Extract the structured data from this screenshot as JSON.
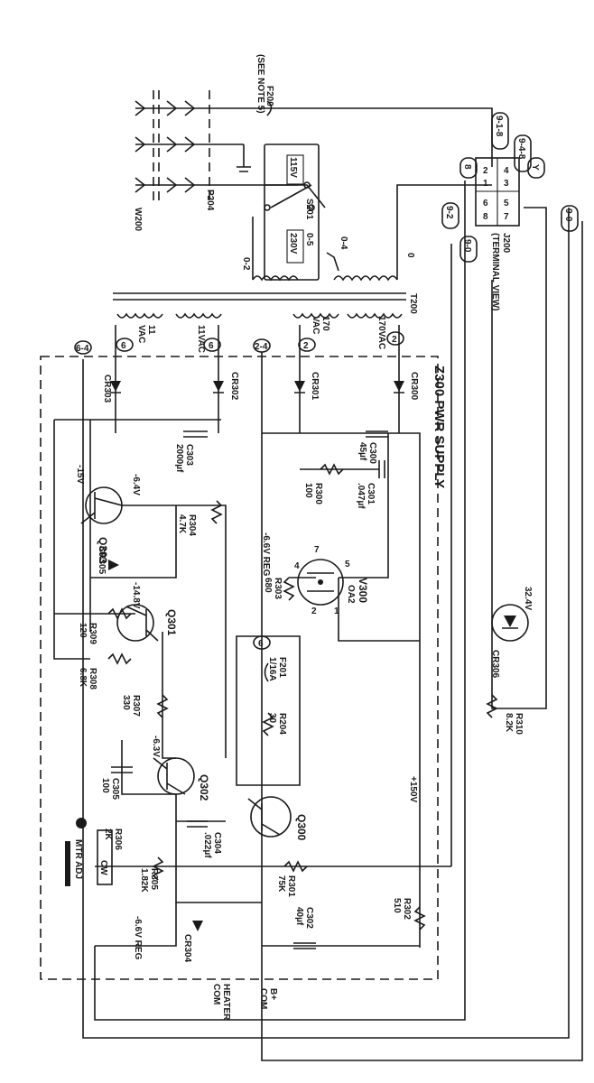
{
  "fuse_main": {
    "ref": "F200",
    "note": "(SEE NOTE 5)"
  },
  "cord": {
    "w": "W200",
    "p": "P204"
  },
  "switch": {
    "ref": "S201",
    "v115": "115V",
    "v230": "230V",
    "node05": "0-5",
    "node04": "0-4",
    "node02": "0-2",
    "node0": "0"
  },
  "transformer": {
    "ref": "T200",
    "w1": "11\nVAC",
    "w2": "11VAC",
    "w3": "170\nVAC",
    "w4": "170VAC"
  },
  "terminal": {
    "ref": "J200",
    "sub": "(TERMINAL VIEW)",
    "pins": [
      "2",
      "4",
      "1",
      "3",
      "6",
      "5",
      "8",
      "7"
    ],
    "tags": [
      "9-1-8",
      "9-4-8",
      "8",
      "Y",
      "9-2",
      "9-0",
      "9-0"
    ]
  },
  "section_title": "Z300 PWR SUPPLY",
  "markers": {
    "m6a": "6",
    "m6b": "6",
    "m2a": "2",
    "m2b": "2",
    "m64": "6-4",
    "m24": "2-4",
    "m6c": "6"
  },
  "diodes": {
    "cr300": "CR300",
    "cr301": "CR301",
    "cr302": "CR302",
    "cr303": "CR303",
    "cr304": "CR304",
    "cr305": "CR305",
    "cr306": "CR306",
    "cr306v": "32.4V"
  },
  "caps": {
    "c300": "C300\n45µf",
    "c301": "C301\n.047µf",
    "c302": "C302\n40µf",
    "c303": "C303\n2000µf",
    "c304": "C304\n.022µf",
    "c305": "C305\n100"
  },
  "resistors": {
    "r300": "R300\n100",
    "r301": "R301\n75K",
    "r302": "R302\n510",
    "r303": "R303\n680",
    "r304": "R304\n4.7K",
    "r305": "R305\n1.82K",
    "r306": "R306\n2K",
    "r307": "R307\n330",
    "r308": "R308\n6.8K",
    "r309": "R309\n120",
    "r310": "R310\n8.2K",
    "r204": "R204\n30"
  },
  "fuse_sub": "F201\n1/16A",
  "tubes": {
    "v300": "V300",
    "v300t": "OA2",
    "pin7": "7",
    "pin4": "4",
    "pin5": "5",
    "pin2": "2",
    "pin1": "1"
  },
  "transistors": {
    "q300": "Q300",
    "q301": "Q301",
    "q302": "Q302",
    "q303": "Q303"
  },
  "voltages": {
    "v1": "-15V",
    "v2": "-6.4V",
    "v3": "-14.8V",
    "v4": "-6.3V",
    "v5": "+150V",
    "reg": "-6.6V REG",
    "reg2": "-6.6V REG"
  },
  "outputs": {
    "bplus": "B+\nCOM",
    "heater": "HEATER\nCOM"
  },
  "meter": {
    "label": "MTR ADJ",
    "cw": "CW"
  }
}
